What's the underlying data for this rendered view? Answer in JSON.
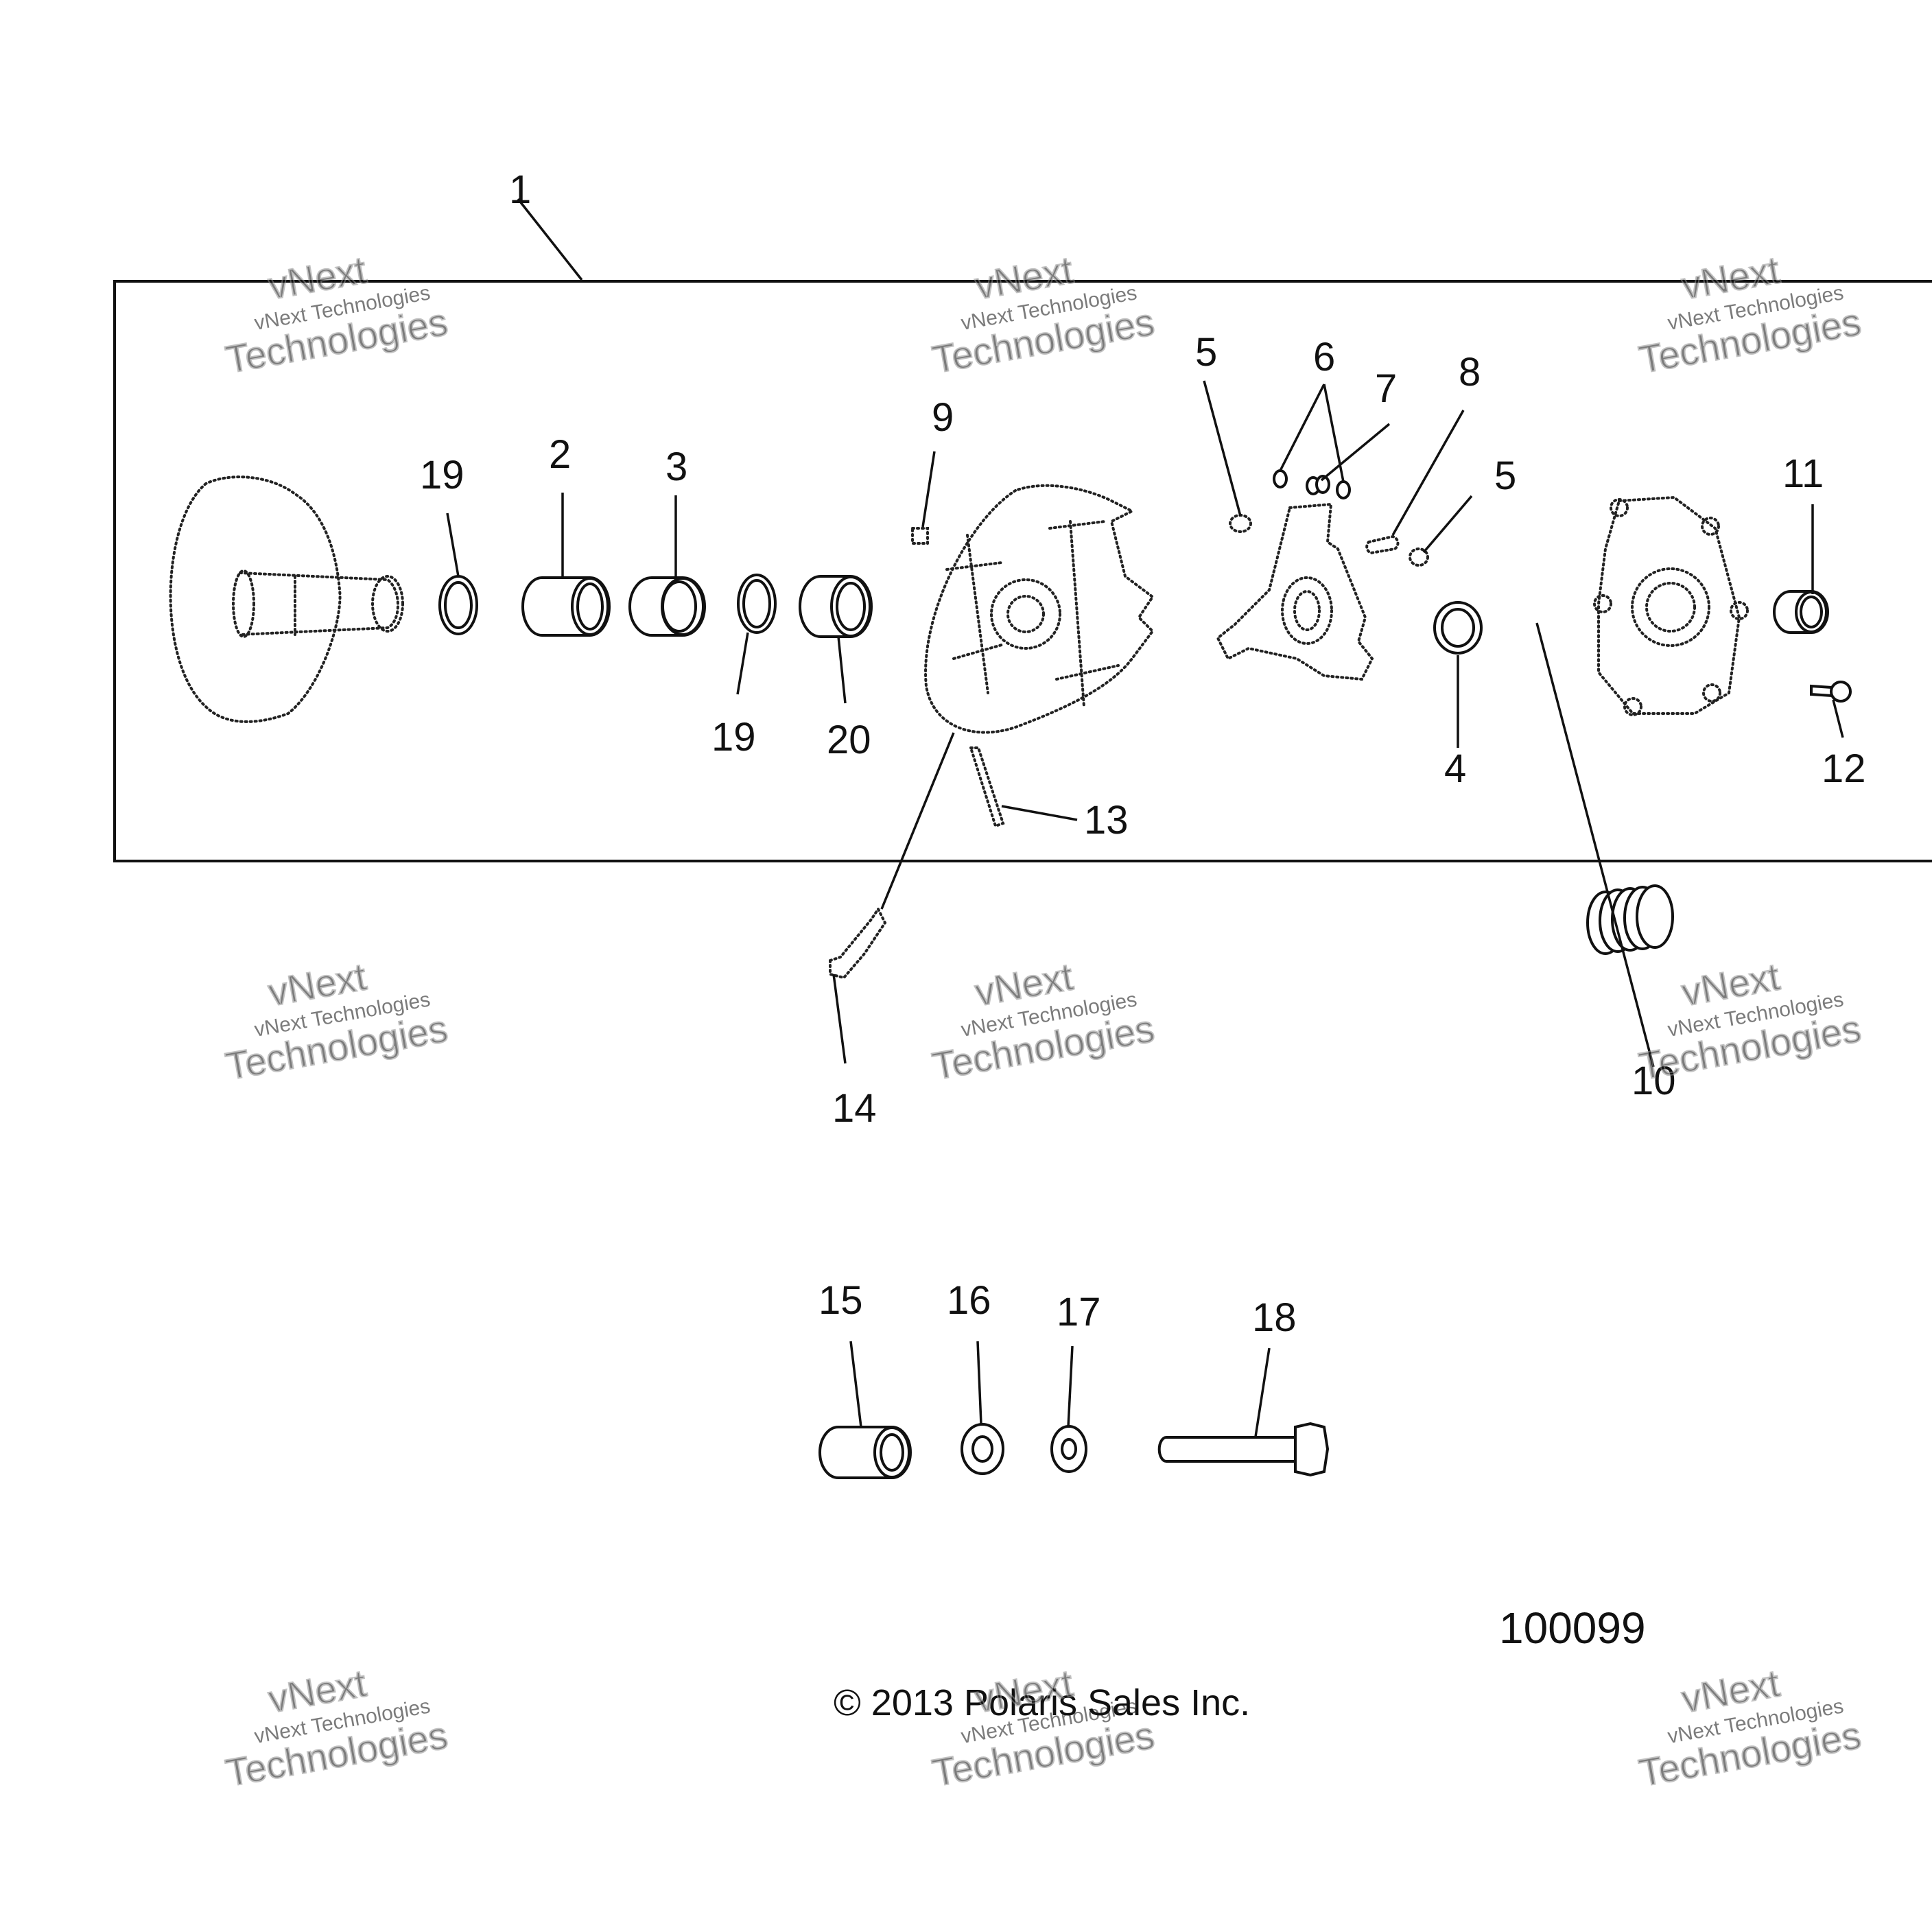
{
  "diagram": {
    "callouts": [
      "1",
      "2",
      "3",
      "4",
      "5",
      "5",
      "6",
      "7",
      "8",
      "9",
      "10",
      "11",
      "12",
      "13",
      "14",
      "15",
      "16",
      "17",
      "18",
      "19",
      "19",
      "20"
    ],
    "diagram_id": "100099",
    "copyright": "© 2013 Polaris Sales Inc."
  },
  "watermark": {
    "line1": "vNext",
    "line2": "vNext Technologies",
    "line3": "Technologies"
  }
}
